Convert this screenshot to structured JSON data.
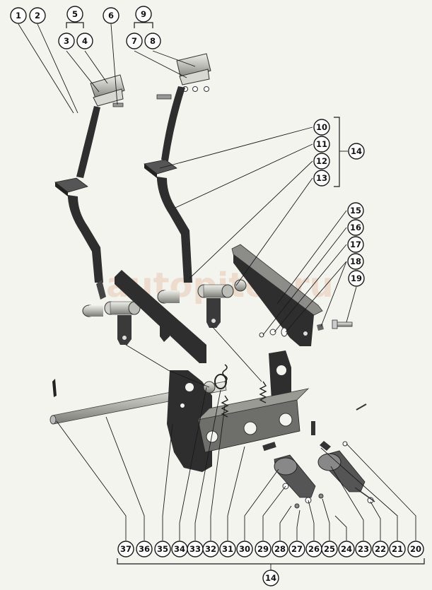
{
  "callouts": {
    "c1": "1",
    "c2": "2",
    "c3": "3",
    "c4": "4",
    "c5": "5",
    "c6": "6",
    "c7": "7",
    "c8": "8",
    "c9": "9",
    "c10": "10",
    "c11": "11",
    "c12": "12",
    "c13": "13",
    "c14a": "14",
    "c14b": "14",
    "c15": "15",
    "c16": "16",
    "c17": "17",
    "c18": "18",
    "c19": "19",
    "c20": "20",
    "c21": "21",
    "c22": "22",
    "c23": "23",
    "c24": "24",
    "c25": "25",
    "c26": "26",
    "c27": "27",
    "c28": "28",
    "c29": "29",
    "c30": "30",
    "c31": "31",
    "c32": "32",
    "c33": "33",
    "c34": "34",
    "c35": "35",
    "c36": "36",
    "c37": "37"
  },
  "watermark": "autopiter.ru",
  "colors": {
    "part_dark": "#3a3a3a",
    "part_mid": "#8a8a8a",
    "part_light": "#d6d6d0",
    "background": "#f4f4ef"
  }
}
